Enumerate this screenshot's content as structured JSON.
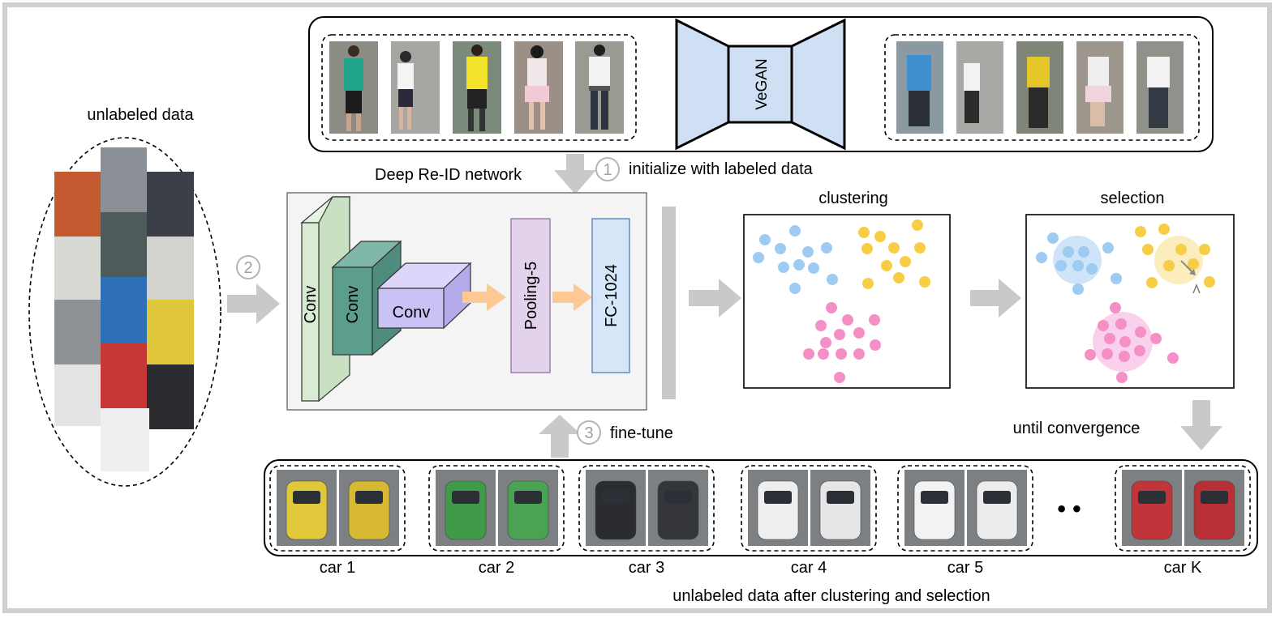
{
  "labels": {
    "unlabeled_data": "unlabeled data",
    "deep_reid_network": "Deep Re-ID network",
    "step1": "initialize with labeled data",
    "step1_num": "1",
    "step2_num": "2",
    "step3": "fine-tune",
    "step3_num": "3",
    "clustering": "clustering",
    "selection": "selection",
    "until_convergence": "until convergence",
    "bottom_caption": "unlabeled data after clustering and selection",
    "vegan": "VeGAN",
    "conv1": "Conv",
    "conv2": "Conv",
    "conv3": "Conv",
    "pooling": "Pooling-5",
    "fc": "FC-1024",
    "dots": "• •"
  },
  "car_groups": [
    {
      "label": "car 1",
      "colors": [
        "#e0c83a",
        "#d6b832"
      ]
    },
    {
      "label": "car 2",
      "colors": [
        "#3f9a4a",
        "#4aa352"
      ]
    },
    {
      "label": "car 3",
      "colors": [
        "#2a2c30",
        "#34363b"
      ]
    },
    {
      "label": "car 4",
      "colors": [
        "#eeeeee",
        "#e6e6e6"
      ]
    },
    {
      "label": "car 5",
      "colors": [
        "#f2f2f2",
        "#ececec"
      ]
    },
    {
      "label": "car K",
      "colors": [
        "#c0353a",
        "#b83035"
      ]
    }
  ],
  "colors": {
    "cluster_blue": "#9ecbf2",
    "cluster_yellow": "#f6cd45",
    "cluster_pink": "#f590c6",
    "conv1": "#d8ecd3",
    "conv2": "#5c9e8e",
    "conv3": "#c9c2f5",
    "pooling": "#e2d2ec",
    "fc": "#d4e6f8",
    "vegan": "#cfe0f5",
    "arrow_orange": "#fcc894",
    "arrow_gray": "#c9c9c9"
  }
}
